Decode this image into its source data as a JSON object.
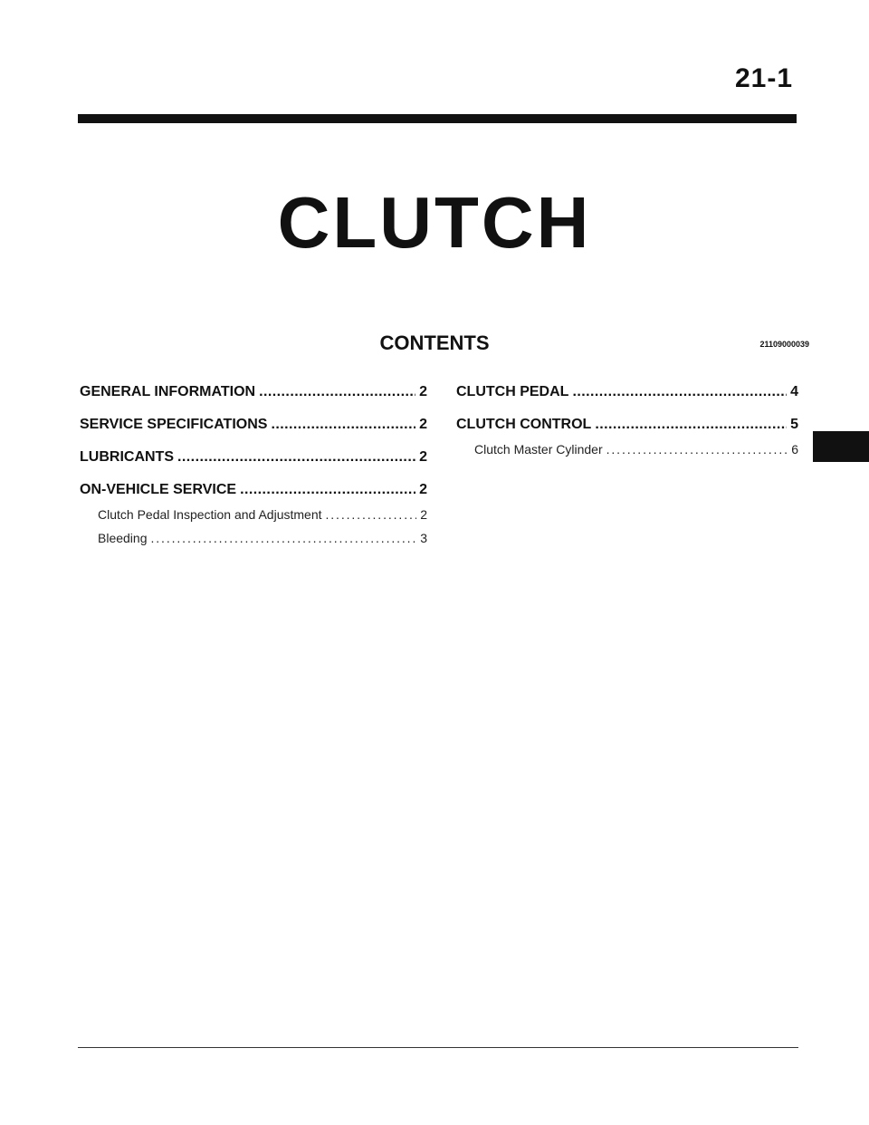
{
  "page_number": "21-1",
  "title": "CLUTCH",
  "contents_heading": "CONTENTS",
  "doc_code": "21109000039",
  "toc_left": [
    {
      "title": "GENERAL INFORMATION",
      "page": "2"
    },
    {
      "title": "SERVICE SPECIFICATIONS",
      "page": "2"
    },
    {
      "title": "LUBRICANTS",
      "page": "2"
    },
    {
      "title": "ON-VEHICLE SERVICE",
      "page": "2"
    },
    {
      "title": "Clutch Pedal Inspection and Adjustment",
      "page": "2"
    },
    {
      "title": "Bleeding",
      "page": "3"
    }
  ],
  "toc_right": [
    {
      "title": "CLUTCH PEDAL",
      "page": "4"
    },
    {
      "title": "CLUTCH CONTROL",
      "page": "5"
    },
    {
      "title": "Clutch Master Cylinder",
      "page": "6"
    }
  ]
}
